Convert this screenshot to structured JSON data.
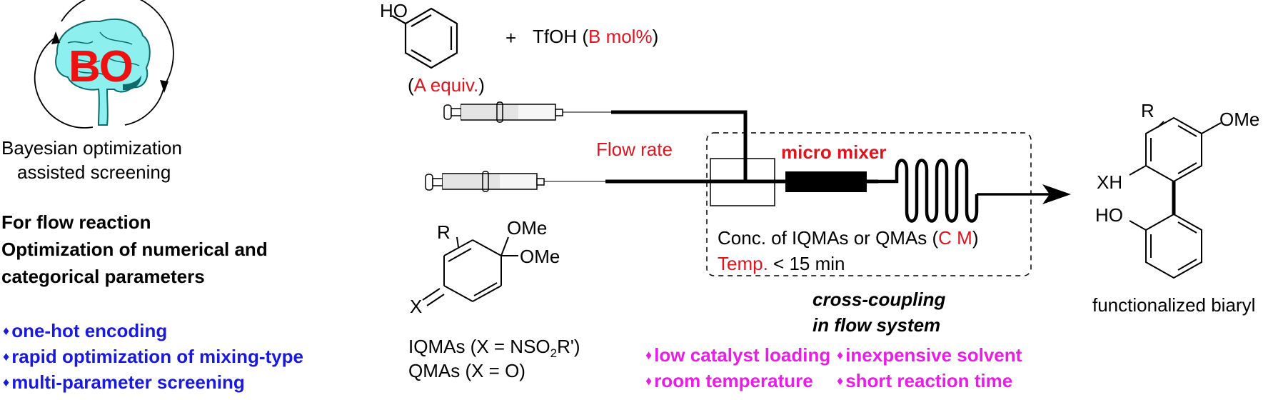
{
  "logo": {
    "text": "BO",
    "caption_line1": "Bayesian optimization",
    "caption_line2": "assisted screening",
    "colors": {
      "brain": "#8ef0ee",
      "brain_outline": "#0e6b6b",
      "text": "#ee1111",
      "cycle": "#000000"
    }
  },
  "left_panel": {
    "heading_lines": [
      "For flow reaction",
      "Optimization of numerical and",
      "categorical parameters"
    ],
    "bullets": [
      "one-hot encoding",
      "rapid optimization of mixing-type",
      "multi-parameter screening"
    ],
    "bullet_glyph": "♦",
    "bullet_color": "#1a1adc"
  },
  "reagents": {
    "phenol_label": "HO",
    "plus": "+",
    "tfoh_label": "TfOH (",
    "tfoh_param": "B mol%",
    "tfoh_close": ")",
    "phenol_amount_open": "(",
    "phenol_amount_param": "A equiv.",
    "phenol_amount_close": ")"
  },
  "flow": {
    "flow_rate_label": "Flow rate",
    "mixer_label": "micro mixer",
    "conc_label": "Conc. of IQMAs or QMAs (",
    "conc_param": "C M",
    "conc_close": ")",
    "temp_param": "Temp.",
    "time_label": " < 15 min",
    "process_line1": "cross-coupling",
    "process_line2": "in flow system"
  },
  "substrate": {
    "r_label": "R",
    "ome1": "OMe",
    "ome2": "OMe",
    "x_label": "X",
    "iqmas_label_pre": "IQMAs (X = NSO",
    "iqmas_sub": "2",
    "iqmas_label_post": "R')",
    "qmas_label": "QMAs (X = O)"
  },
  "product": {
    "r_label": "R",
    "ome": "OMe",
    "xh": "XH",
    "ho": "HO",
    "caption": "functionalized biaryl"
  },
  "advantages": {
    "items": [
      "low catalyst loading",
      "room temperature",
      "inexpensive solvent",
      "short reaction time"
    ],
    "bullet_glyph": "♦",
    "color": "#e81ee6"
  },
  "param_color": "#e0141e"
}
